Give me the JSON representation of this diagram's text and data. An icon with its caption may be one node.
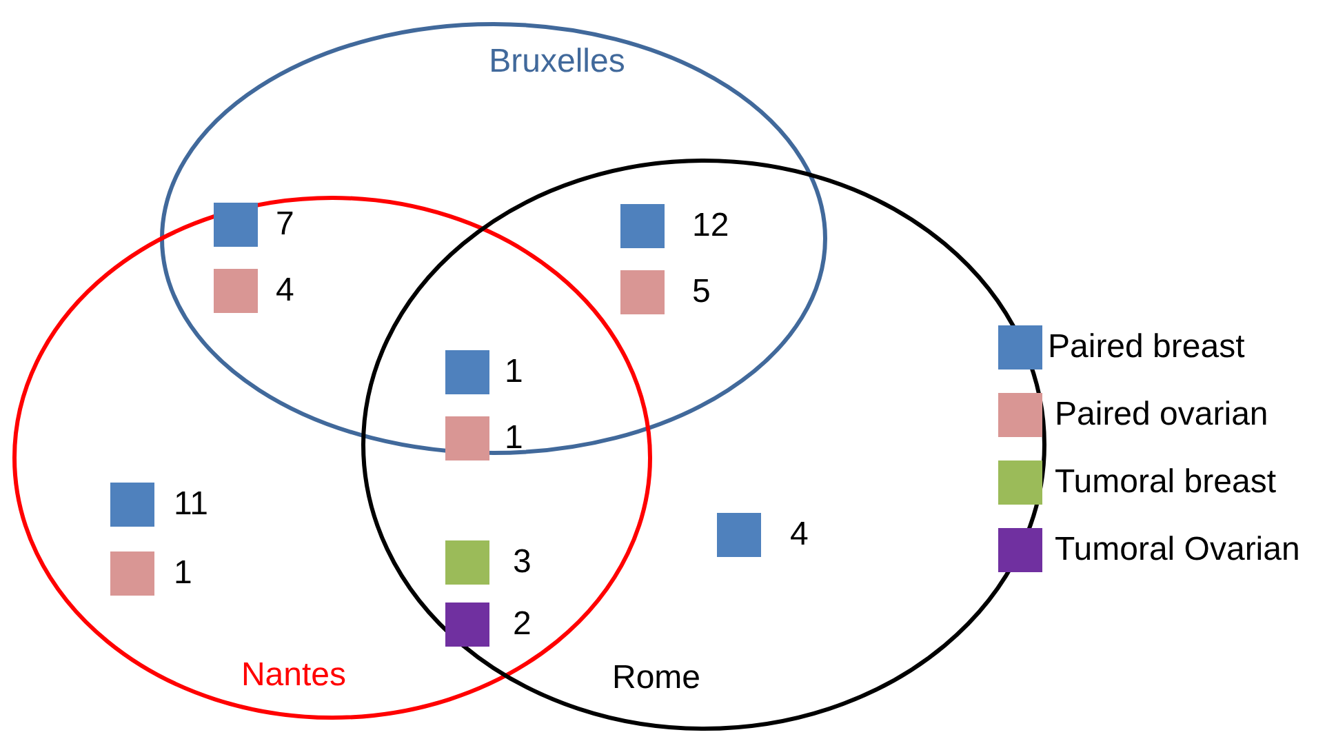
{
  "diagram": {
    "nodes": [
      {
        "text": [
          "Bruxelles"
        ]
      },
      {
        "text": [
          "Nantes"
        ]
      },
      {
        "text": [
          "Rome"
        ]
      }
    ],
    "labels": [
      "7",
      "4",
      "12",
      "5",
      "1",
      "1",
      "11",
      "1",
      "3",
      "2",
      "4"
    ],
    "legend": [
      {
        "text": "Paired breast",
        "color": "#4f81bd"
      },
      {
        "text": "Paired ovarian",
        "color": "#d99694"
      },
      {
        "text": "Tumoral breast",
        "color": "#9bbb59"
      },
      {
        "text": "Tumoral Ovarian",
        "color": "#7030a0"
      }
    ]
  }
}
